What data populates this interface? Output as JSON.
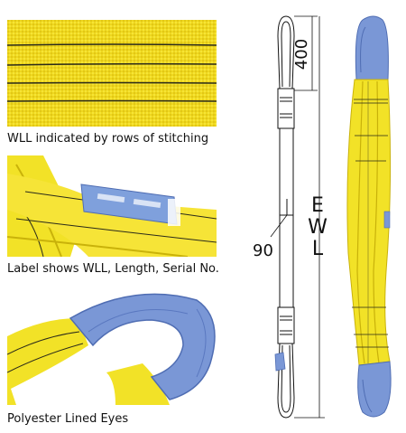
{
  "photos": [
    {
      "name": "webbing-stitching-photo",
      "caption": "WLL indicated by rows of stitching"
    },
    {
      "name": "label-photo",
      "caption": "Label shows WLL, Length, Serial No."
    },
    {
      "name": "lined-eyes-photo",
      "caption": "Polyester Lined Eyes"
    }
  ],
  "drawing": {
    "eye_length": "400",
    "width": "90",
    "ewl_letters": [
      "E",
      "W",
      "L"
    ]
  },
  "colors": {
    "sling_yellow": "#f2e227",
    "sling_yellow_dark": "#c9b20a",
    "eye_blue": "#7a97d6",
    "eye_blue_dark": "#4f6db3",
    "stitch": "#2a2a1a"
  }
}
